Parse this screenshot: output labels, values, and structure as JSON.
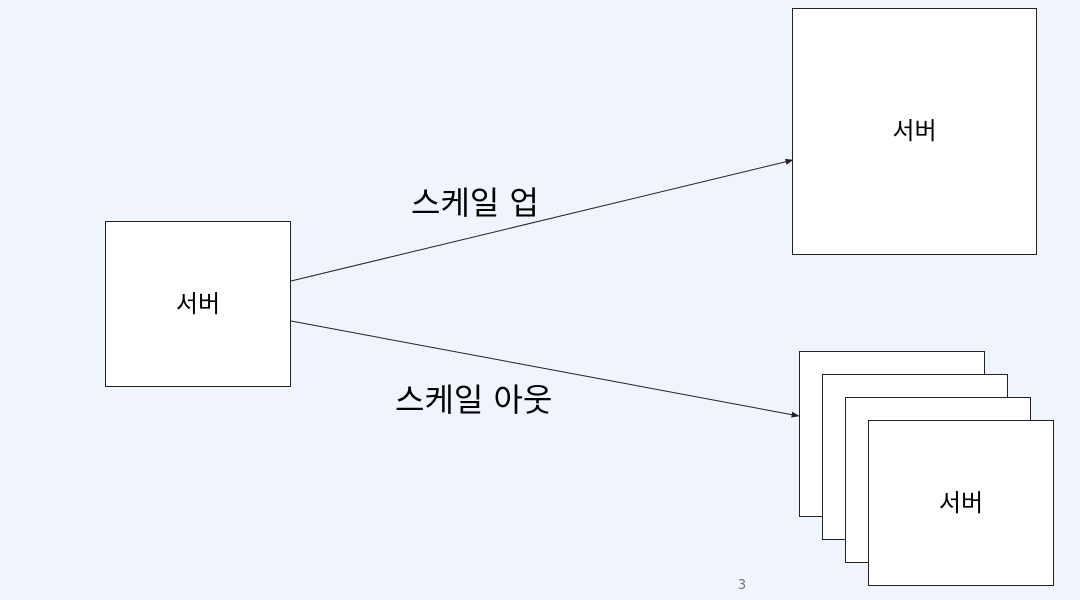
{
  "nodes": {
    "source": {
      "label": "서버"
    },
    "scale_up_target": {
      "label": "서버"
    },
    "scale_out_target": {
      "label": "서버",
      "stack_count": 4
    }
  },
  "edges": {
    "scale_up": {
      "label": "스케일 업"
    },
    "scale_out": {
      "label": "스케일 아웃"
    }
  },
  "page_number": "3",
  "colors": {
    "background": "#f0f4fd",
    "node_fill": "#ffffff",
    "stroke": "#222222",
    "page_number": "#777777"
  }
}
